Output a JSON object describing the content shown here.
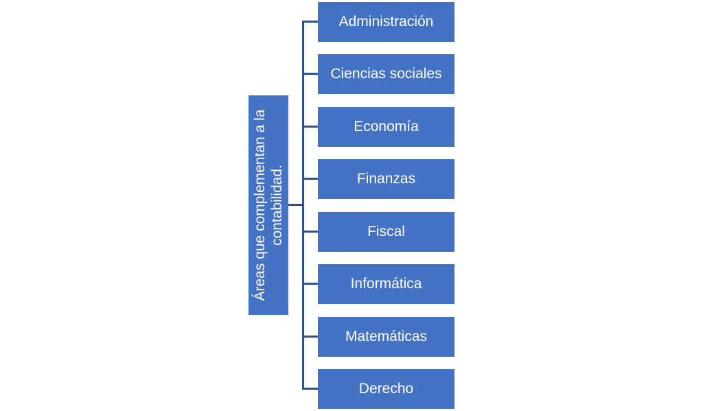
{
  "diagram": {
    "root": {
      "label": "Áreas que complementan a la contabilidad."
    },
    "children": [
      {
        "label": "Administración"
      },
      {
        "label": "Ciencias sociales"
      },
      {
        "label": "Economía"
      },
      {
        "label": "Finanzas"
      },
      {
        "label": "Fiscal"
      },
      {
        "label": "Informática"
      },
      {
        "label": "Matemáticas"
      },
      {
        "label": "Derecho"
      }
    ],
    "colors": {
      "box_fill": "#4472c4",
      "connector": "#2f528f",
      "text": "#ffffff"
    }
  }
}
